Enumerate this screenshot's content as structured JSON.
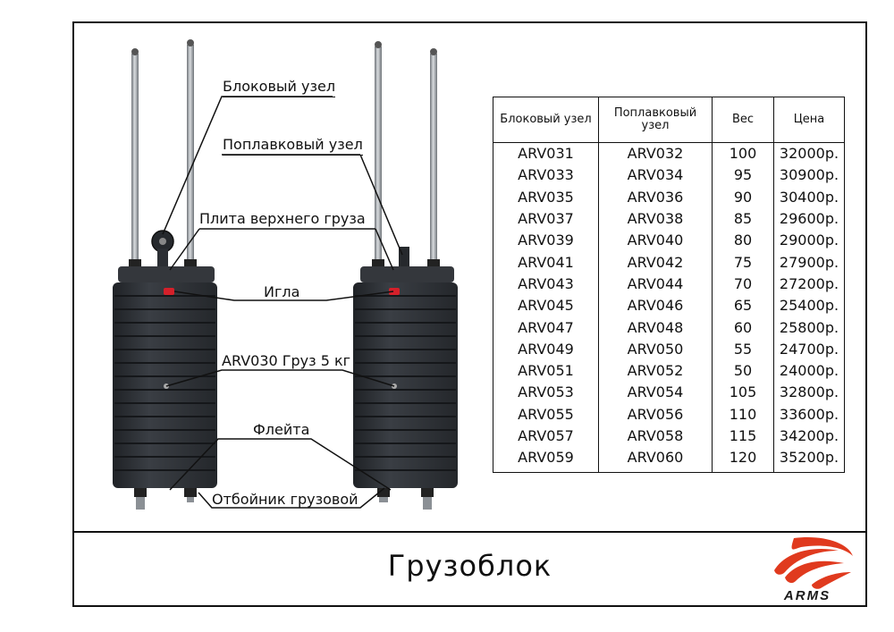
{
  "title": "Грузоблок",
  "logo_text": "ARMS",
  "colors": {
    "accent": "#e03a1e",
    "stack": "#2b2e33",
    "rod": "#9ea3a8"
  },
  "callouts": {
    "block_unit": "Блоковый узел",
    "float_unit": "Поплавковый узел",
    "top_plate": "Плита верхнего груза",
    "pin": "Игла",
    "weight": "ARV030 Груз 5 кг",
    "flute": "Флейта",
    "bumper": "Отбойник грузовой"
  },
  "table": {
    "headers": [
      "Блоковый узел",
      "Поплавковый узел",
      "Вес",
      "Цена"
    ],
    "rows": [
      [
        "ARV031",
        "ARV032",
        "100",
        "32000р."
      ],
      [
        "ARV033",
        "ARV034",
        "95",
        "30900р."
      ],
      [
        "ARV035",
        "ARV036",
        "90",
        "30400р."
      ],
      [
        "ARV037",
        "ARV038",
        "85",
        "29600р."
      ],
      [
        "ARV039",
        "ARV040",
        "80",
        "29000р."
      ],
      [
        "ARV041",
        "ARV042",
        "75",
        "27900р."
      ],
      [
        "ARV043",
        "ARV044",
        "70",
        "27200р."
      ],
      [
        "ARV045",
        "ARV046",
        "65",
        "25400р."
      ],
      [
        "ARV047",
        "ARV048",
        "60",
        "25800р."
      ],
      [
        "ARV049",
        "ARV050",
        "55",
        "24700р."
      ],
      [
        "ARV051",
        "ARV052",
        "50",
        "24000р."
      ],
      [
        "ARV053",
        "ARV054",
        "105",
        "32800р."
      ],
      [
        "ARV055",
        "ARV056",
        "110",
        "33600р."
      ],
      [
        "ARV057",
        "ARV058",
        "115",
        "34200р."
      ],
      [
        "ARV059",
        "ARV060",
        "120",
        "35200р."
      ]
    ]
  }
}
